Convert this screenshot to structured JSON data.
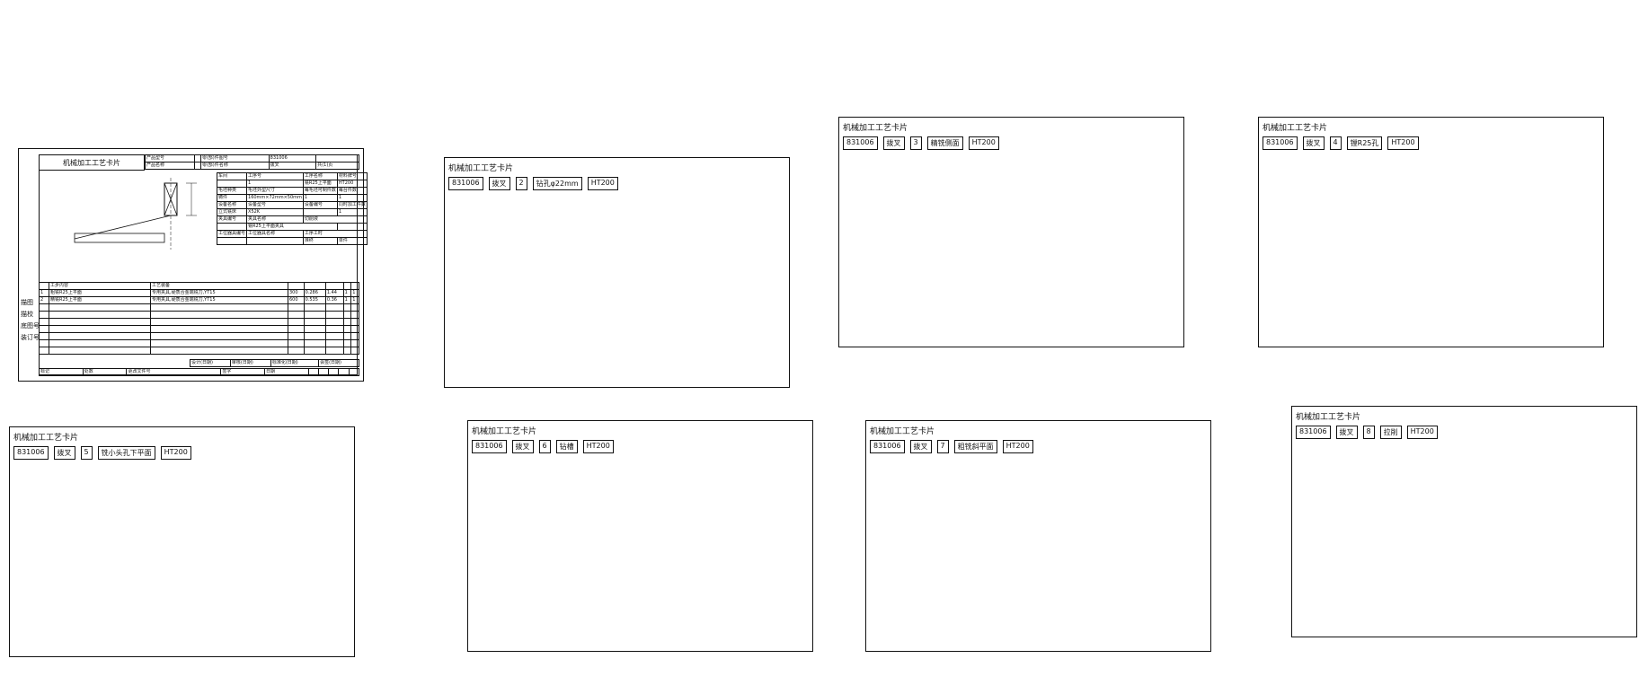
{
  "cards": [
    {
      "title": "机械加工工艺卡片",
      "product_model_label": "产品型号",
      "product_name_label": "产品名称",
      "part_no_label": "零(部)件图号",
      "part_name_label": "零(部)件名称",
      "part_no": "831006",
      "part_name": "拨叉",
      "total_label": "共(1)页",
      "page_label": "第(1)页",
      "workshop": "车间",
      "process_no_label": "工序号",
      "process_name_label": "工序名称",
      "material_label": "材料牌号",
      "process_no": "1",
      "process_name": "铣R25上平面",
      "material": "HT200",
      "blank_type_label": "毛坯种类",
      "blank_size_label": "毛坯外型尺寸",
      "blank_pieces_label": "每毛坯可制件数",
      "per_unit_label": "每台件数",
      "blank_type": "铸件",
      "blank_size": "160mm×72mm×50mm",
      "blank_pieces": "1",
      "per_unit": "1",
      "equipment_name_label": "设备名称",
      "equipment_model_label": "设备型号",
      "equipment_no_label": "设备编号",
      "simultaneous_label": "同时加工件数",
      "equipment_name": "立式铣床",
      "equipment_model": "X52K",
      "simultaneous": "1",
      "fixture_no_label": "夹具编号",
      "fixture_name_label": "夹具名称",
      "coolant_label": "切削液",
      "fixture_name": "铣R25上平面夹具",
      "station_tool_no_label": "工位器具编号",
      "station_tool_name_label": "工位器具名称",
      "time_label": "工序工时",
      "prep_label": "准终",
      "unit_label": "单件",
      "step_header": "工步内容",
      "equip_header": "工艺装备",
      "steps": [
        {
          "n": "1",
          "content": "粗铣R25上平面",
          "equip": "专用夹具,硬质合金端铣刀,YT15",
          "s": "300",
          "v": "0.286",
          "f": "1.44",
          "a": "1",
          "t": "1"
        },
        {
          "n": "2",
          "content": "精铣R25上平面",
          "equip": "专用夹具,硬质合金端铣刀,YT15",
          "s": "600",
          "v": "0.535",
          "f": "0.36",
          "a": "1",
          "t": "1"
        }
      ],
      "side_labels": [
        "描图",
        "描校",
        "底图号",
        "装订号"
      ],
      "sign_labels": [
        "设计(日期)",
        "审核(日期)",
        "标准化(日期)",
        "会签(日期)"
      ],
      "footer_labels": [
        "标记",
        "处数",
        "更改文件号",
        "签字",
        "日期"
      ]
    },
    {
      "title": "机械加工工艺卡片",
      "part_no": "831006",
      "part_name": "拨叉",
      "process_no": "2",
      "process_name": "钻孔φ22mm",
      "material": "HT200"
    },
    {
      "title": "机械加工工艺卡片",
      "part_no": "831006",
      "part_name": "拨叉",
      "process_no": "3",
      "process_name": "精铣侧面",
      "material": "HT200"
    },
    {
      "title": "机械加工工艺卡片",
      "part_no": "831006",
      "part_name": "拨叉",
      "process_no": "4",
      "process_name": "镗R25孔",
      "material": "HT200"
    },
    {
      "title": "机械加工工艺卡片",
      "part_no": "831006",
      "part_name": "拨叉",
      "process_no": "5",
      "process_name": "铣小头孔下平面",
      "material": "HT200"
    },
    {
      "title": "机械加工工艺卡片",
      "part_no": "831006",
      "part_name": "拨叉",
      "process_no": "6",
      "process_name": "钻槽",
      "material": "HT200"
    },
    {
      "title": "机械加工工艺卡片",
      "part_no": "831006",
      "part_name": "拨叉",
      "process_no": "7",
      "process_name": "粗铣斜平面",
      "material": "HT200"
    },
    {
      "title": "机械加工工艺卡片",
      "part_no": "831006",
      "part_name": "拨叉",
      "process_no": "8",
      "process_name": "拉削",
      "material": "HT200"
    }
  ]
}
